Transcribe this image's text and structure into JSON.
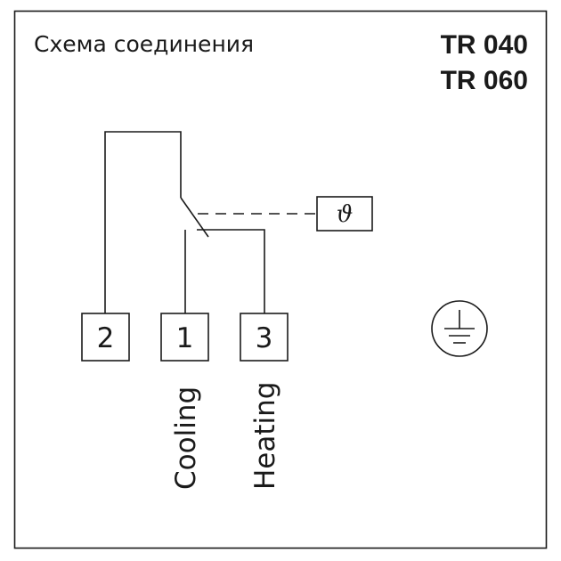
{
  "header": {
    "title": "Схема соединения",
    "models": [
      "TR 040",
      "TR 060"
    ]
  },
  "sensor": {
    "symbol": "ϑ",
    "icon": "temperature-sensor-icon"
  },
  "terminals": [
    {
      "number": "2",
      "label": ""
    },
    {
      "number": "1",
      "label": "Cooling"
    },
    {
      "number": "3",
      "label": "Heating"
    }
  ],
  "ground": {
    "icon": "ground-icon"
  },
  "colors": {
    "ink": "#1a1a1a",
    "background": "#ffffff"
  }
}
